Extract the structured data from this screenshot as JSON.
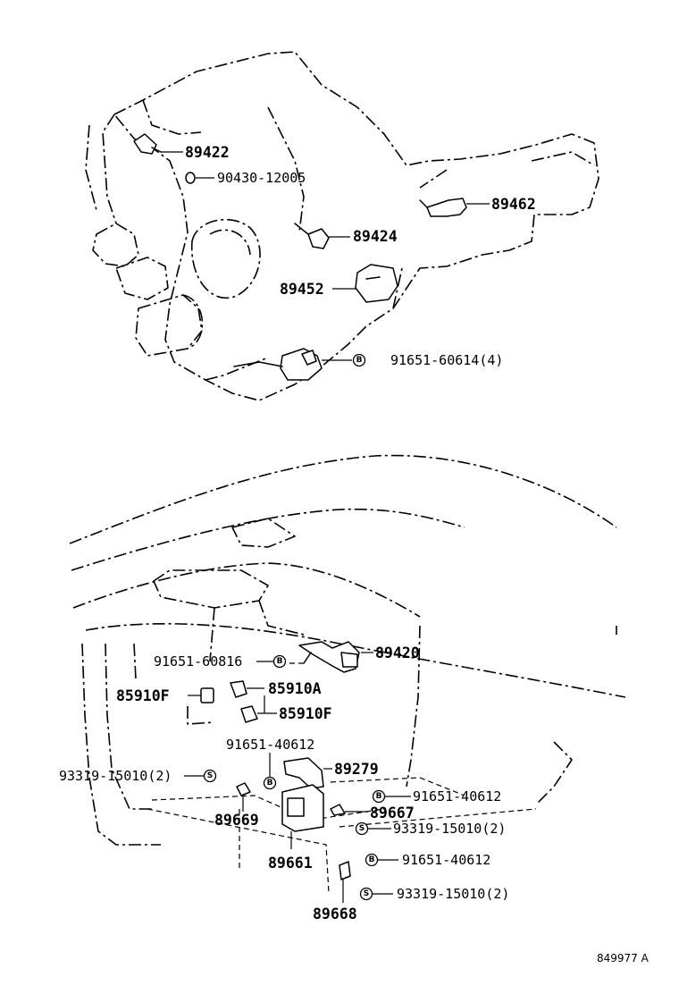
{
  "diagram": {
    "ref_code": "849977 A",
    "callouts": {
      "p89422": "89422",
      "p90430": "90430-12005",
      "p89462": "89462",
      "p89424": "89424",
      "p89452": "89452",
      "p91651_60614": "91651-60614(4)",
      "p89420": "89420",
      "p91651_60816": "91651-60816",
      "p85910F_left": "85910F",
      "p85910A": "85910A",
      "p85910F_right": "85910F",
      "p91651_40612_a": "91651-40612",
      "p89279": "89279",
      "p93319_left": "93319-15010(2)",
      "p91651_40612_b": "91651-40612",
      "p89667": "89667",
      "p93319_b": "93319-15010(2)",
      "p89669": "89669",
      "p89661": "89661",
      "p91651_40612_c": "91651-40612",
      "p93319_c": "93319-15010(2)",
      "p89668": "89668"
    },
    "symbols": {
      "bolt": "B",
      "screw": "S"
    }
  }
}
